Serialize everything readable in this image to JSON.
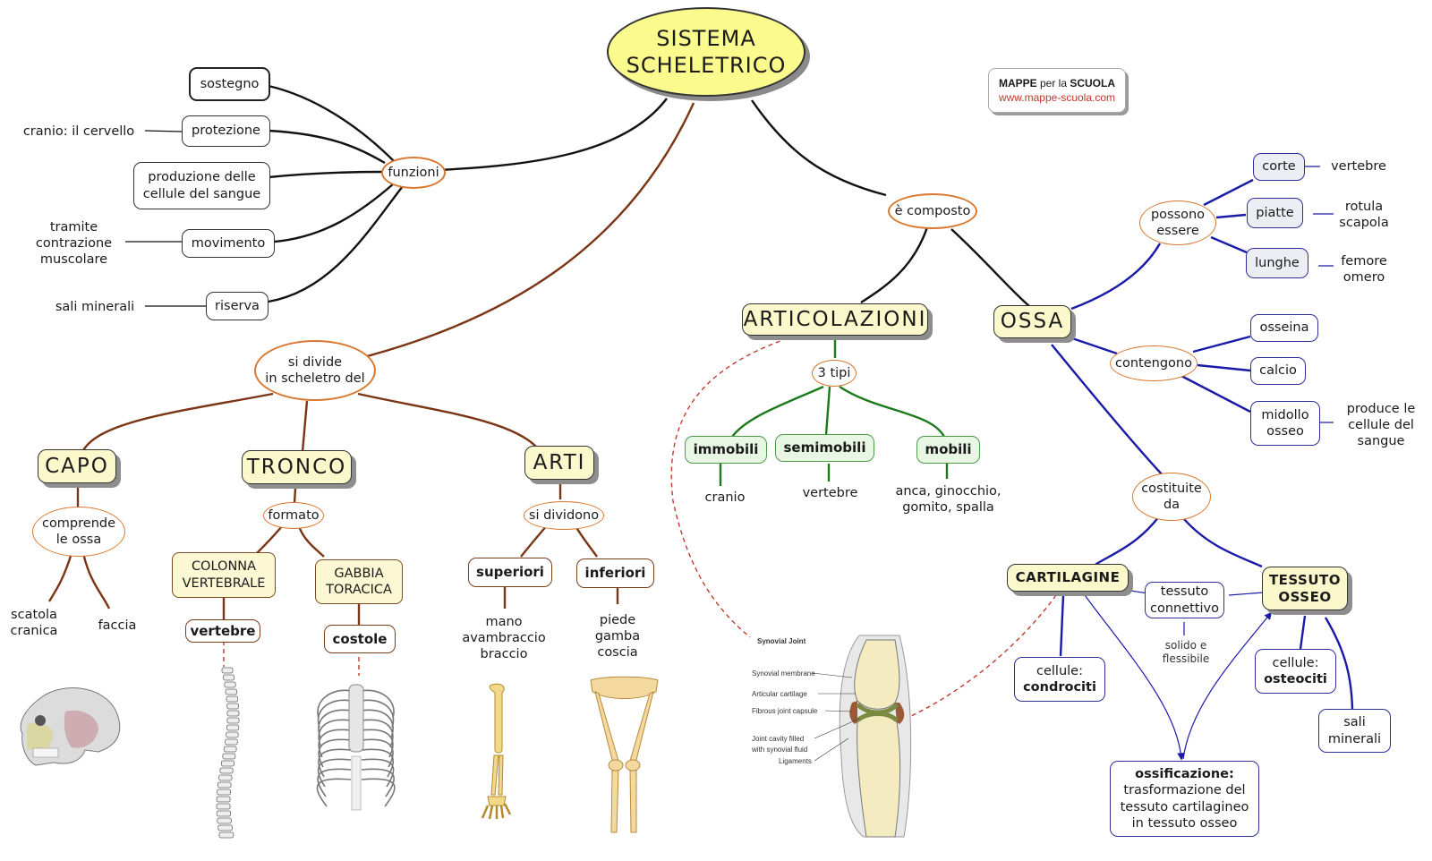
{
  "title": {
    "line1": "SISTEMA",
    "line2": "SCHELETRICO"
  },
  "brand": {
    "name_bold1": "MAPPE",
    "name_mid": " per la ",
    "name_bold2": "SCUOLA",
    "url": "www.mappe-scuola.com"
  },
  "colors": {
    "black_links": "#111111",
    "brown_links": "#7a3514",
    "green_links": "#1c7a1c",
    "blue_links": "#1a1aa8",
    "ellipse_border": "#d9782f",
    "title_fill": "#fbfa8c",
    "dashed_link": "#c0392b"
  },
  "funzioni": {
    "label": "funzioni",
    "items": [
      {
        "label": "sostegno",
        "note": ""
      },
      {
        "label": "protezione",
        "note": "cranio: il cervello"
      },
      {
        "label": "produzione delle\ncellule del sangue",
        "note": ""
      },
      {
        "label": "movimento",
        "note": "tramite\ncontrazione\nmuscolare"
      },
      {
        "label": "riserva",
        "note": "sali minerali"
      }
    ]
  },
  "divide": {
    "label": "si divide\nin scheletro del",
    "capo": {
      "label": "CAPO",
      "link": "comprende\nle ossa",
      "leaves": [
        "scatola\ncranica",
        "faccia"
      ],
      "image": "skull-illustration"
    },
    "tronco": {
      "label": "TRONCO",
      "link": "formato",
      "colonna": {
        "label": "COLONNA\nVERTEBRALE",
        "child": "vertebre",
        "image": "spine-illustration"
      },
      "gabbia": {
        "label": "GABBIA\nTORACICA",
        "child": "costole",
        "image": "ribcage-illustration"
      }
    },
    "arti": {
      "label": "ARTI",
      "link": "si dividono",
      "superiori": {
        "label": "superiori",
        "leaf": "mano\navambraccio\nbraccio",
        "image": "arm-bones-illustration"
      },
      "inferiori": {
        "label": "inferiori",
        "leaf": "piede\ngamba\ncoscia",
        "image": "leg-bones-illustration"
      }
    }
  },
  "composto": {
    "label": "è composto",
    "articolazioni": {
      "label": "ARTICOLAZIONI",
      "link": "3 tipi",
      "types": [
        {
          "label": "immobili",
          "example": "cranio"
        },
        {
          "label": "semimobili",
          "example": "vertebre"
        },
        {
          "label": "mobili",
          "example": "anca, ginocchio,\ngomito, spalla"
        }
      ],
      "image": {
        "title": "Synovial Joint",
        "labels": [
          "Synovial membrane",
          "Articular cartilage",
          "Fibrous joint capsule",
          "Joint cavity filled",
          "with synovial fluid",
          "Ligaments"
        ]
      }
    },
    "ossa": {
      "label": "OSSA",
      "possono": {
        "label": "possono\nessere",
        "types": [
          {
            "label": "corte",
            "example": "vertebre"
          },
          {
            "label": "piatte",
            "example": "rotula\nscapola"
          },
          {
            "label": "lunghe",
            "example": "femore\nomero"
          }
        ]
      },
      "contengono": {
        "label": "contengono",
        "items": [
          {
            "label": "osseina",
            "note": ""
          },
          {
            "label": "calcio",
            "note": ""
          },
          {
            "label": "midollo\nosseo",
            "note": "produce le\ncellule del\nsangue"
          }
        ]
      },
      "costituite": {
        "label": "costituite\nda",
        "cartilagine": {
          "label": "CARTILAGINE",
          "cells_prefix": "cellule:",
          "cells": "condrociti"
        },
        "tessuto_osseo": {
          "label": "TESSUTO\nOSSEO",
          "cells_prefix": "cellule:",
          "cells": "osteociti",
          "extra": "sali\nminerali"
        },
        "connettivo": {
          "label": "tessuto\nconnettivo",
          "note": "solido e\nflessibile"
        },
        "ossificazione": {
          "title": "ossificazione:",
          "text": "trasformazione del\ntessuto cartilagineo\nin tessuto osseo"
        }
      }
    }
  }
}
